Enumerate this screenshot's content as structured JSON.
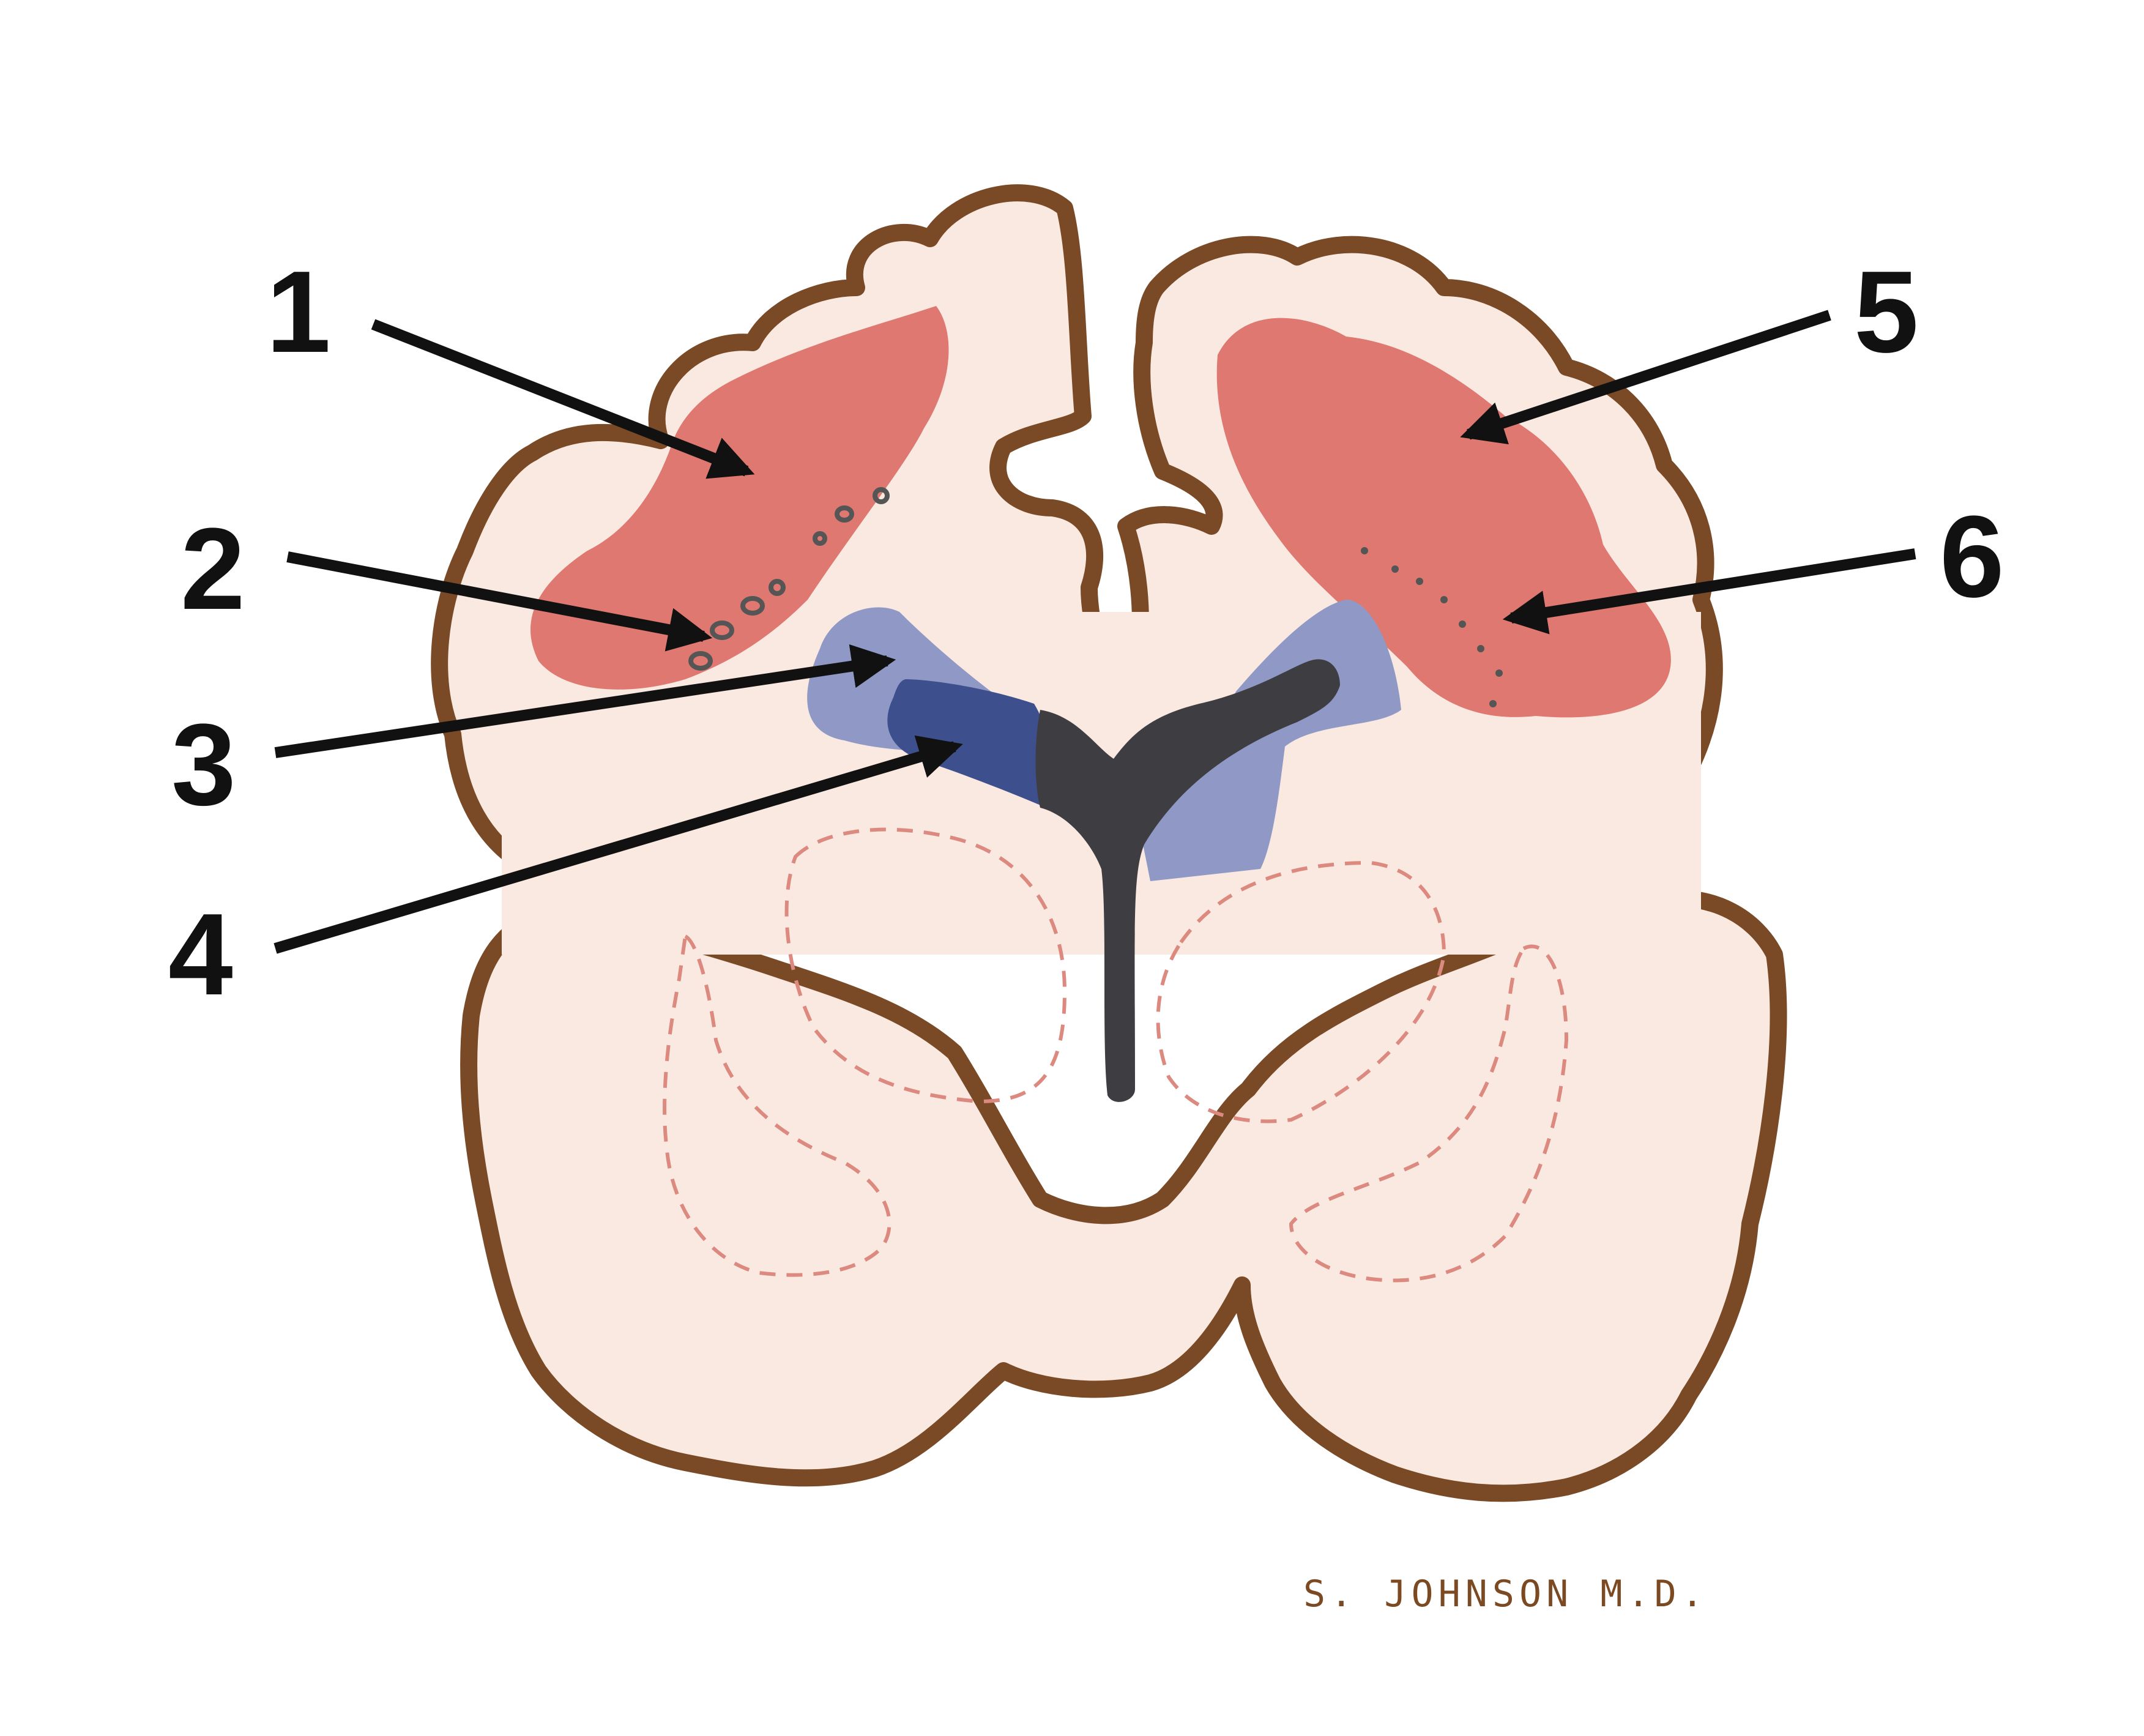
{
  "labels": {
    "l1": "1",
    "l2": "2",
    "l3": "3",
    "l4": "4",
    "l5": "5",
    "l6": "6"
  },
  "signature": "S. JOHNSON M.D.",
  "colors": {
    "brain_outline": "#7a4a26",
    "brain_fill": "#fae9e1",
    "lesion": "#de7870",
    "ventricle_dark": "#3e3e42",
    "ventricle_blue": "#3d4f8c",
    "periventricular": "#9099c6",
    "dashed_outline": "#dc8a80",
    "arrow": "#111111"
  }
}
